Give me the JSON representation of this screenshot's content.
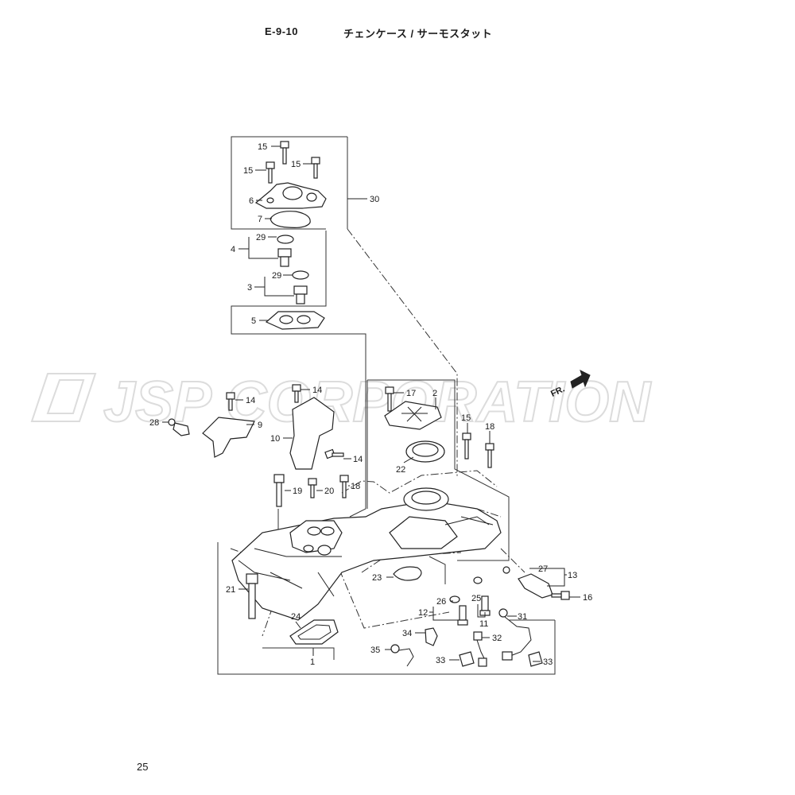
{
  "header": {
    "code": "E-9-10",
    "title": "チェンケース / サーモスタット"
  },
  "page_number": "25",
  "watermark": {
    "text": "JSP CORPORATION"
  },
  "arrow_label": "FR.",
  "callouts": [
    {
      "id": "c15a",
      "label": "15"
    },
    {
      "id": "c15b",
      "label": "15"
    },
    {
      "id": "c15c",
      "label": "15"
    },
    {
      "id": "c6",
      "label": "6"
    },
    {
      "id": "c7",
      "label": "7"
    },
    {
      "id": "c30",
      "label": "30"
    },
    {
      "id": "c29a",
      "label": "29"
    },
    {
      "id": "c4",
      "label": "4"
    },
    {
      "id": "c29b",
      "label": "29"
    },
    {
      "id": "c3",
      "label": "3"
    },
    {
      "id": "c5",
      "label": "5"
    },
    {
      "id": "c14a",
      "label": "14"
    },
    {
      "id": "c14b",
      "label": "14"
    },
    {
      "id": "c17",
      "label": "17"
    },
    {
      "id": "c2",
      "label": "2"
    },
    {
      "id": "c28",
      "label": "28"
    },
    {
      "id": "c9",
      "label": "9"
    },
    {
      "id": "c10",
      "label": "10"
    },
    {
      "id": "c15d",
      "label": "15"
    },
    {
      "id": "c18a",
      "label": "18"
    },
    {
      "id": "c14c",
      "label": "14"
    },
    {
      "id": "c22",
      "label": "22"
    },
    {
      "id": "c19",
      "label": "19"
    },
    {
      "id": "c20",
      "label": "20"
    },
    {
      "id": "c18b",
      "label": "18"
    },
    {
      "id": "c27",
      "label": "27"
    },
    {
      "id": "c13",
      "label": "13"
    },
    {
      "id": "c23",
      "label": "23"
    },
    {
      "id": "c16",
      "label": "16"
    },
    {
      "id": "c21",
      "label": "21"
    },
    {
      "id": "c26",
      "label": "26"
    },
    {
      "id": "c25",
      "label": "25"
    },
    {
      "id": "c12",
      "label": "12"
    },
    {
      "id": "c11",
      "label": "11"
    },
    {
      "id": "c31",
      "label": "31"
    },
    {
      "id": "c24",
      "label": "24"
    },
    {
      "id": "c34",
      "label": "34"
    },
    {
      "id": "c32",
      "label": "32"
    },
    {
      "id": "c35",
      "label": "35"
    },
    {
      "id": "c33a",
      "label": "33"
    },
    {
      "id": "c33b",
      "label": "33"
    },
    {
      "id": "c1",
      "label": "1"
    }
  ]
}
